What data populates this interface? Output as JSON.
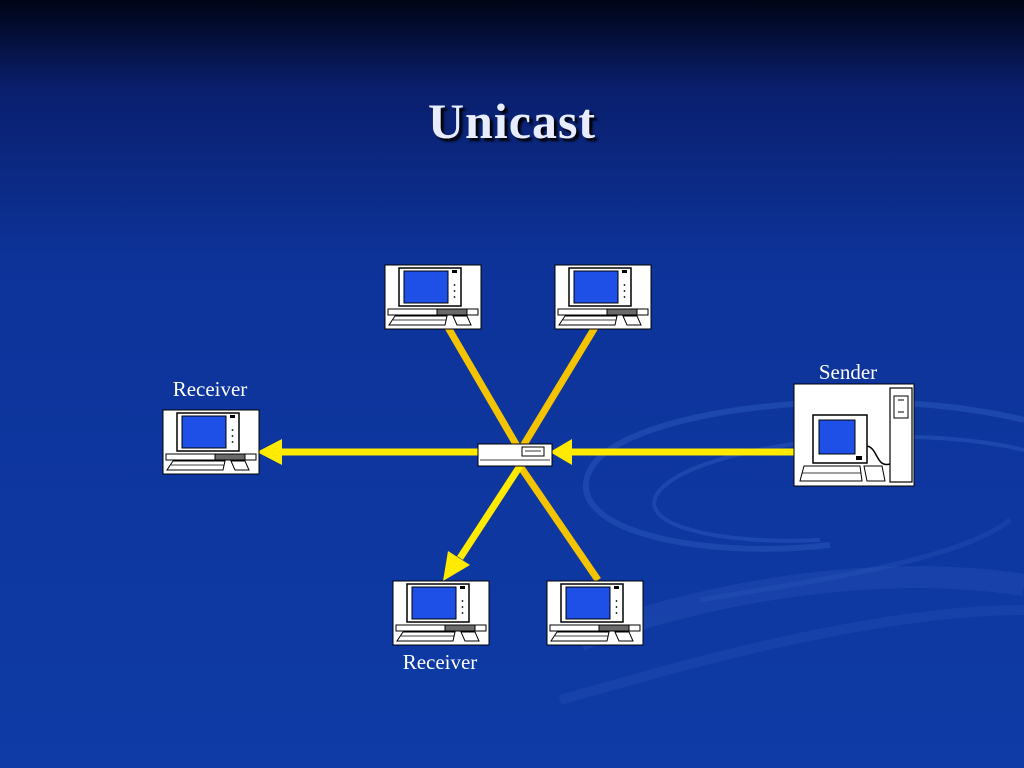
{
  "slide": {
    "title": "Unicast"
  },
  "diagram": {
    "sender_label": "Sender",
    "receiver_left_label": "Receiver",
    "receiver_bottom_label": "Receiver"
  },
  "colors": {
    "link_active": "#ffea00",
    "link_idle": "#f5c400",
    "screen": "#1e4fe6"
  }
}
